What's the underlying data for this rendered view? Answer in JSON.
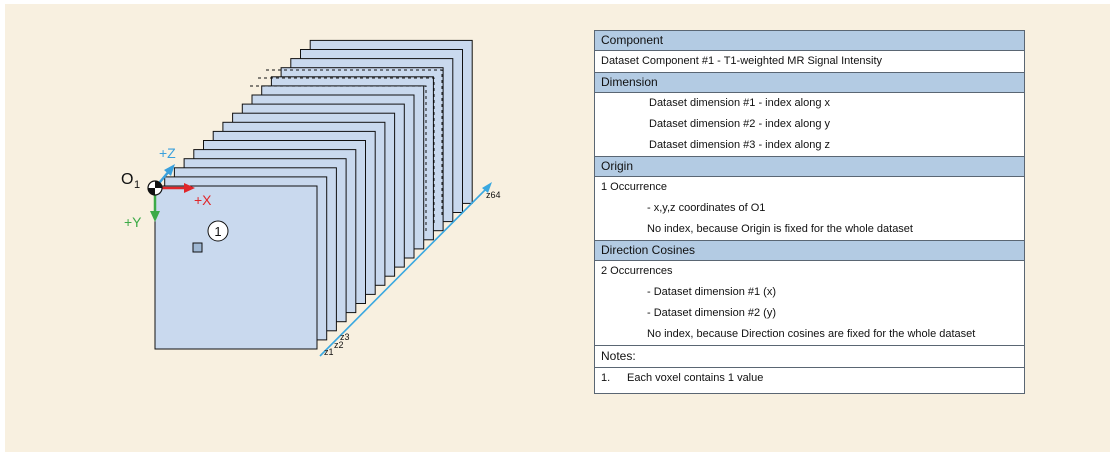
{
  "diagram": {
    "origin_label": "O",
    "origin_subscript": "1",
    "axis_z_label": "+Z",
    "axis_x_label": "+X",
    "axis_y_label": "+Y",
    "voxel_marker": "1",
    "z_first": "z1",
    "z_second": "z2",
    "z_third": "z3",
    "z_last": "z64",
    "colors": {
      "axis_z": "#3aa0dc",
      "axis_x": "#e0262a",
      "axis_y": "#3caa47",
      "slice_fill": "#c9d9ee",
      "z_axis_line": "#3aa8e0"
    }
  },
  "table": {
    "component": {
      "header": "Component",
      "line": "Dataset Component #1  - T1-weighted MR Signal Intensity"
    },
    "dimension": {
      "header": "Dimension",
      "lines": [
        "Dataset dimension #1 - index along x",
        "Dataset dimension #2 - index along y",
        "Dataset dimension #3 - index along z"
      ]
    },
    "origin": {
      "header": "Origin",
      "occurrence": "1 Occurrence",
      "lines": [
        "- x,y,z coordinates of O1",
        "No index, because Origin is fixed for the whole dataset"
      ]
    },
    "direction_cosines": {
      "header": "Direction Cosines",
      "occurrence": "2 Occurrences",
      "lines": [
        "- Dataset dimension #1 (x)",
        "- Dataset dimension #2 (y)",
        "No index, because Direction cosines are fixed for the whole dataset"
      ]
    },
    "notes": {
      "header": "Notes:",
      "item_number": "1.",
      "item_text": "Each voxel contains 1 value"
    }
  }
}
